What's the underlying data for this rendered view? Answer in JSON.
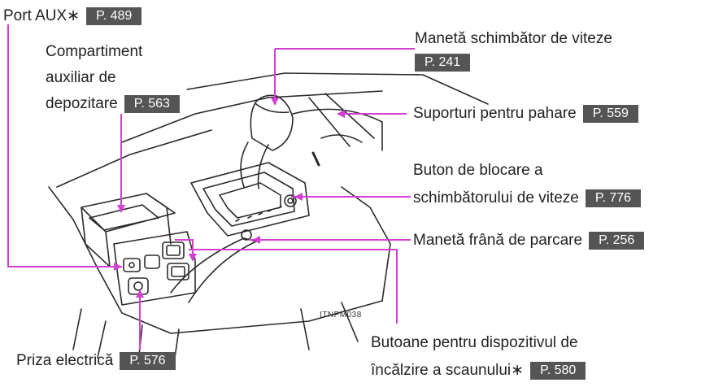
{
  "labels": {
    "aux_port": {
      "text": "Port AUX∗",
      "page": "P. 489"
    },
    "storage": {
      "line1": "Compartiment",
      "line2": "auxiliar de",
      "line3": "depozitare",
      "page": "P. 563"
    },
    "gear_lever": {
      "text": "Manetă schimbător de viteze",
      "page": "P. 241"
    },
    "cup_holders": {
      "text": "Suporturi pentru pahare",
      "page": "P. 559"
    },
    "shift_lock": {
      "line1": "Buton de blocare a",
      "line2": "schimbătorului de viteze",
      "page": "P. 776"
    },
    "parking_brake": {
      "text": "Manetă frână de parcare",
      "page": "P. 256"
    },
    "seat_heater": {
      "line1": "Butoane pentru dispozitivul de",
      "line2": "încălzire a scaunului∗",
      "page": "P. 580"
    },
    "power_outlet": {
      "text": "Priza electrică",
      "page": "P. 576"
    }
  },
  "illustration_code": "ITNPM038",
  "colors": {
    "leader": "#d23fd2",
    "badge": "#555555",
    "ink": "#2a2a2a"
  }
}
